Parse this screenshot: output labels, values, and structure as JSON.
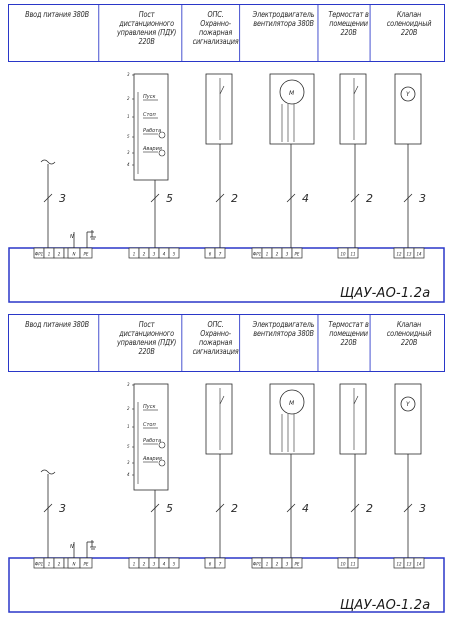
{
  "header_cells": [
    "Ввод питания 380В",
    "Пост дистанционного управления (ПДУ) 220В",
    "ОПС. Охранно-пожарная сигнализация",
    "Электродвигатель вентилятора 380В",
    "Термостат в помещении 220В",
    "Клапан соленоидный 220В"
  ],
  "cable_counts": [
    "3",
    "5",
    "2",
    "4",
    "2",
    "3"
  ],
  "panel_label": "ЩАУ-АО-1.2а",
  "pdu_buttons": [
    "Пуск",
    "Стоп",
    "Работа",
    "Авария"
  ],
  "pdu_pins": [
    "3",
    "2",
    "1",
    "5",
    "3",
    "4"
  ],
  "terminal_groups": [
    {
      "labels": [
        "ФР1",
        "1",
        "2",
        "3"
      ]
    },
    {
      "labels": [
        "N",
        "РЕ"
      ]
    },
    {
      "labels": [
        "1",
        "2",
        "3",
        "4",
        "5"
      ]
    },
    {
      "labels": [
        "6",
        "7"
      ]
    },
    {
      "labels": [
        "ФР1",
        "1",
        "2",
        "3",
        "РЕ"
      ]
    },
    {
      "labels": [
        "10",
        "11"
      ]
    },
    {
      "labels": [
        "12",
        "13",
        "14"
      ]
    }
  ],
  "motor_symbol": "М",
  "valve_symbol": "Y"
}
